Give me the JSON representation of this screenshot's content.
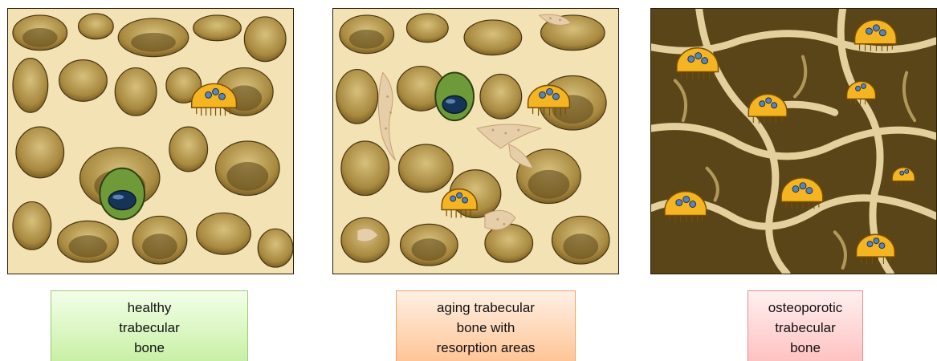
{
  "panels": [
    {
      "id": "healthy",
      "label": "healthy\ntrabecular\nbone",
      "color": "#c8f0a5"
    },
    {
      "id": "aging",
      "label": "aging trabecular\nbone with\nresorption areas",
      "color": "#ffc597"
    },
    {
      "id": "osteoporotic",
      "label": "osteoporotic\ntrabecular\nbone",
      "color": "#ffc2c2"
    }
  ],
  "colors": {
    "bone": "#f2e2b4",
    "bone_highlight": "#fbf1d5",
    "pore_light": "#b49a50",
    "pore_dark": "#5a4518",
    "osteoblast": "#6e9a3a",
    "osteoclast": "#f5b422",
    "resorption": "#e0c9a6"
  }
}
